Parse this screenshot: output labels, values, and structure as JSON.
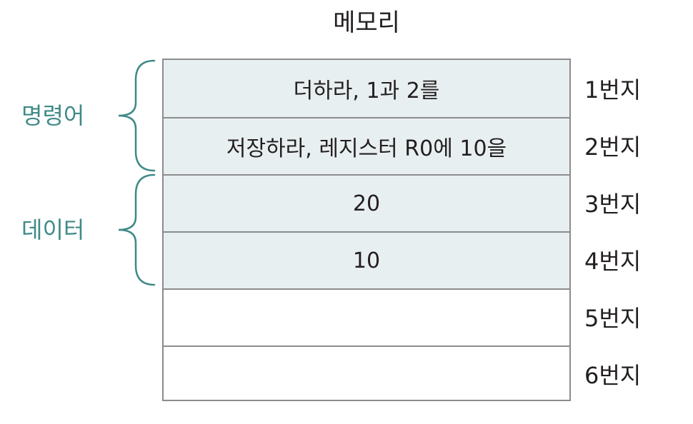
{
  "title": "메모리",
  "cells": [
    {
      "content": "더하라, 1과 2를",
      "address": "1번지",
      "filled": true
    },
    {
      "content": "저장하라, 레지스터 R0에 10을",
      "address": "2번지",
      "filled": true
    },
    {
      "content": "20",
      "address": "3번지",
      "filled": true
    },
    {
      "content": "10",
      "address": "4번지",
      "filled": true
    },
    {
      "content": "",
      "address": "5번지",
      "filled": false
    },
    {
      "content": "",
      "address": "6번지",
      "filled": false
    }
  ],
  "groups": [
    {
      "label": "명령어",
      "rows": [
        0,
        1
      ]
    },
    {
      "label": "데이터",
      "rows": [
        2,
        3
      ]
    }
  ],
  "colors": {
    "filled_cell": "#e8eff0",
    "border": "#8c8c8c",
    "group_accent": "#3f8a88",
    "text": "#231f20"
  }
}
